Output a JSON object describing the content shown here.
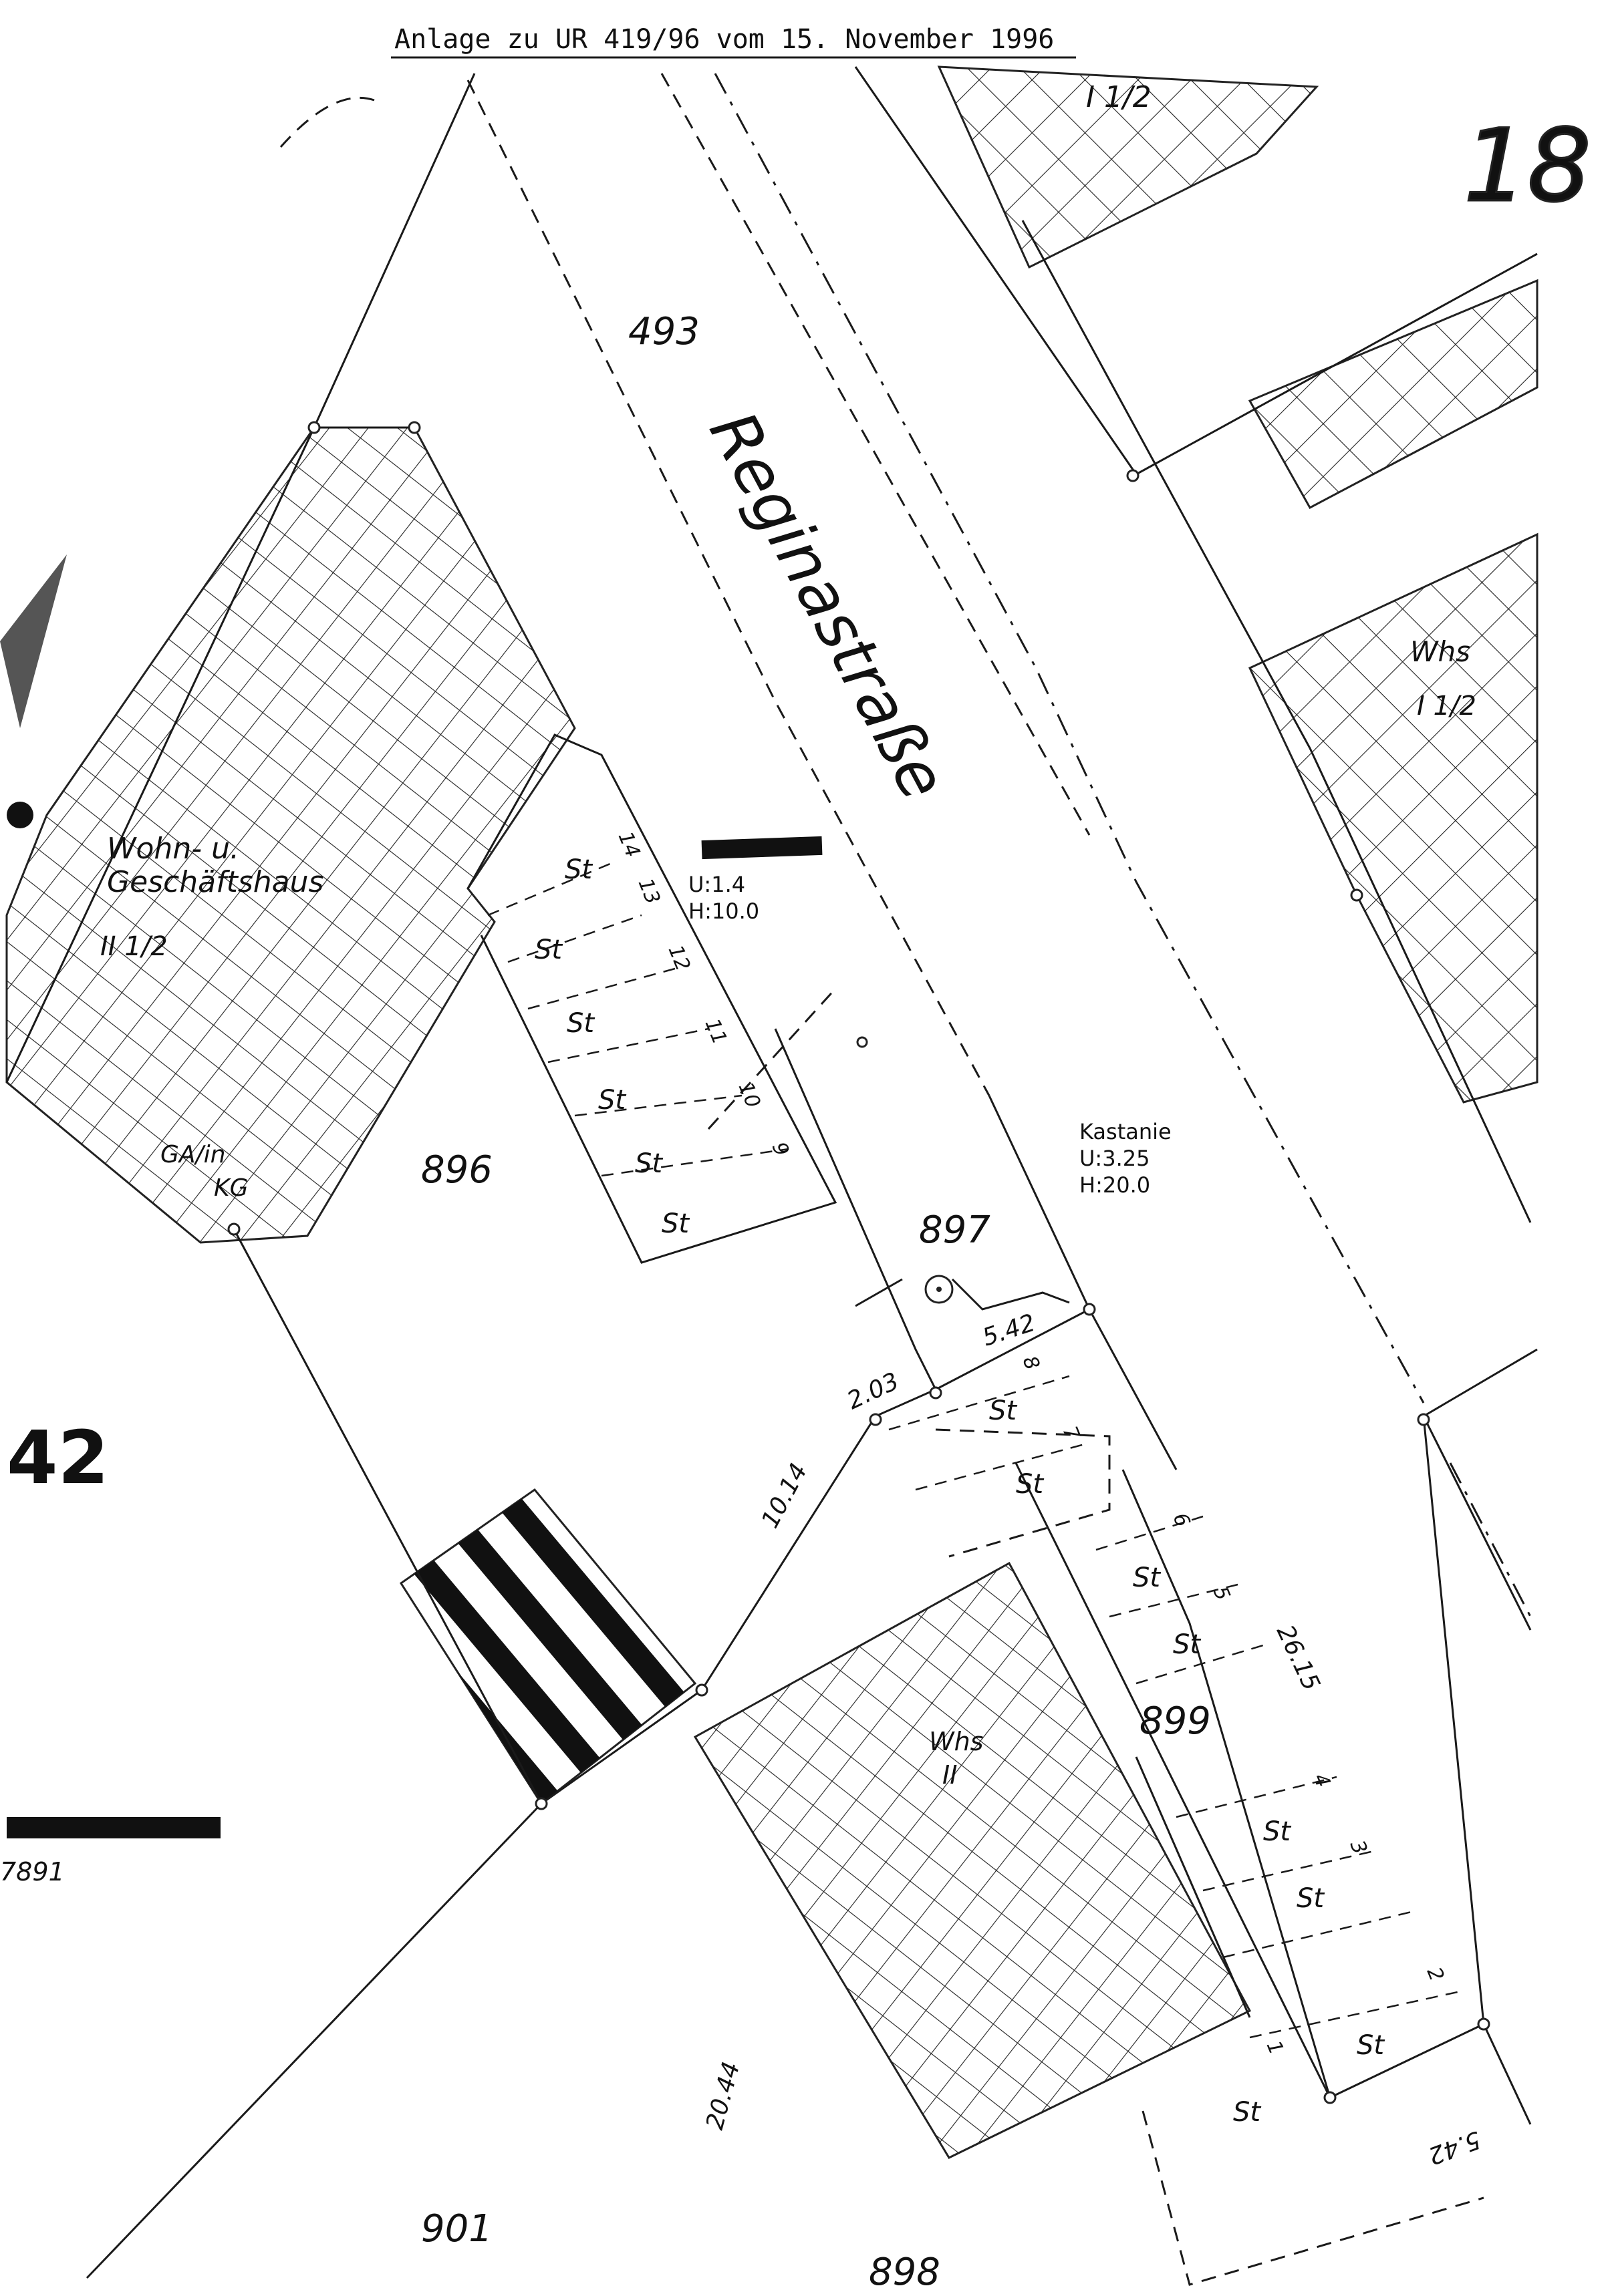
{
  "header": {
    "text": "Anlage zu UR 419/96 vom 15. November 1996"
  },
  "corner_number": "18",
  "street": {
    "name": "Reginastraße"
  },
  "parcels": {
    "p493": "493",
    "p896": "896",
    "p897": "897",
    "p898": "898",
    "p899": "899",
    "p901": "901",
    "sheet_left": "42",
    "partial_left": "7891"
  },
  "buildings": {
    "left_line1": "Wohn- u.",
    "left_line2": "Geschäftshaus",
    "left_floors": "II 1/2",
    "garage_line1": "GA/in",
    "garage_line2": "KG",
    "top_right_floors": "I 1/2",
    "right_type": "Whs",
    "right_floors": "I 1/2",
    "lower_type": "Whs",
    "lower_floors": "II"
  },
  "trees": {
    "tree1_u": "U:1.4",
    "tree1_h": "H:10.0",
    "tree2_name": "Kastanie",
    "tree2_u": "U:3.25",
    "tree2_h": "H:20.0"
  },
  "stalls": {
    "label": "St",
    "numbers": [
      "14",
      "13",
      "12",
      "11",
      "10",
      "9",
      "8",
      "7",
      "6",
      "5",
      "4",
      "3",
      "2",
      "1"
    ]
  },
  "dimensions": {
    "d1": "5.42",
    "d2": "2.03",
    "d3": "10.14",
    "d4": "26.15",
    "d5": "20.44",
    "d6": "5.42"
  },
  "colors": {
    "ink": "#111111",
    "paper": "#ffffff"
  }
}
